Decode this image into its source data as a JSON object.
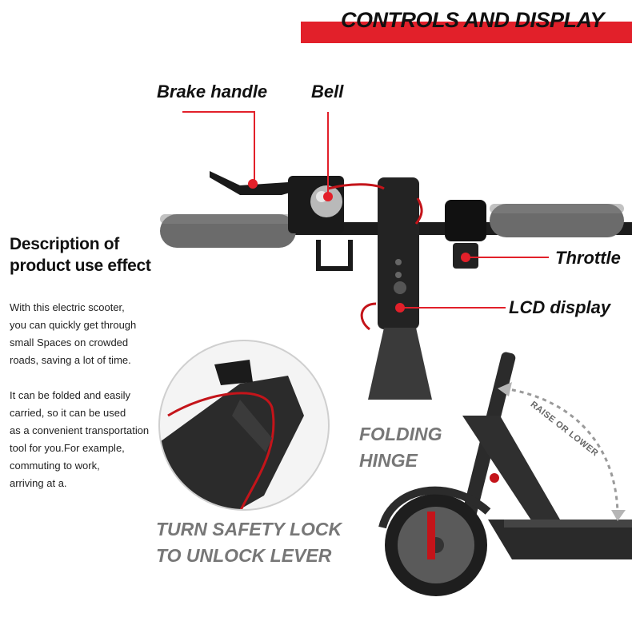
{
  "header": {
    "title": "CONTROLS AND DISPLAY"
  },
  "callouts": {
    "brake_handle": "Brake handle",
    "bell": "Bell",
    "throttle": "Throttle",
    "lcd_display": "LCD display"
  },
  "description": {
    "heading_line1": "Description of",
    "heading_line2": "product use effect",
    "paragraph1": [
      "With this electric scooter,",
      "you can quickly get through",
      "small Spaces on crowded",
      "roads, saving a lot of time."
    ],
    "paragraph2": [
      "It can be folded and easily",
      "carried, so it can be used",
      "as a convenient transportation",
      "tool for you.For example,",
      "commuting to work,",
      "arriving at a."
    ]
  },
  "folding": {
    "line1": "FOLDING",
    "line2": "HINGE"
  },
  "safety_lock": {
    "line1": "TURN SAFETY LOCK",
    "line2": "TO UNLOCK LEVER"
  },
  "raise_lower": "RAISE OR LOWER",
  "colors": {
    "accent_red": "#e2202a",
    "label_grey": "#777777",
    "scooter_dark": "#2b2b2b"
  }
}
